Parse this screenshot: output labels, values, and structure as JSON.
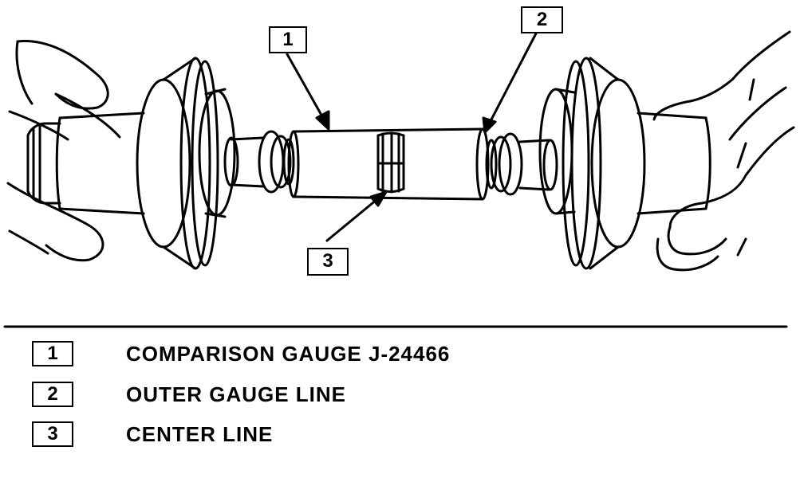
{
  "callouts": [
    {
      "number": "1"
    },
    {
      "number": "2"
    },
    {
      "number": "3"
    }
  ],
  "legend": [
    {
      "number": "1",
      "text": "COMPARISON GAUGE J-24466"
    },
    {
      "number": "2",
      "text": "OUTER GAUGE LINE"
    },
    {
      "number": "3",
      "text": "CENTER LINE"
    }
  ],
  "colors": {
    "ink": "#000000",
    "paper": "#ffffff"
  }
}
